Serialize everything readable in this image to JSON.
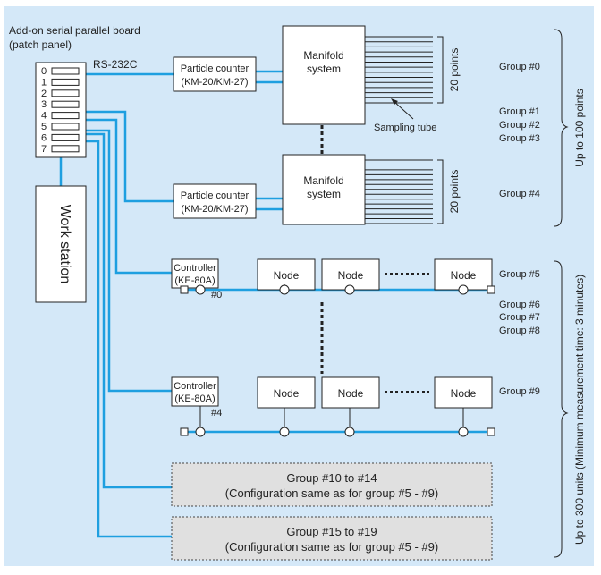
{
  "colors": {
    "background": "#d4e8f8",
    "line": "#1e9fe0",
    "box_fill": "#ffffff",
    "stroke": "#222222",
    "group_box_fill": "#e0e0e0"
  },
  "board": {
    "title_line1": "Add-on serial parallel board",
    "title_line2": "(patch panel)",
    "ports": [
      "0",
      "1",
      "2",
      "3",
      "4",
      "5",
      "6",
      "7"
    ]
  },
  "rs232c": "RS-232C",
  "workstation": "Work station",
  "particle_counters": [
    {
      "line1": "Particle counter",
      "line2": "(KM-20/KM-27)"
    },
    {
      "line1": "Particle counter",
      "line2": "(KM-20/KM-27)"
    }
  ],
  "manifolds": [
    {
      "line1": "Manifold",
      "line2": "system"
    },
    {
      "line1": "Manifold",
      "line2": "system"
    }
  ],
  "points_labels": [
    "20 points",
    "20 points"
  ],
  "sampling_tube": "Sampling tube",
  "groups": {
    "g0": "Group #0",
    "g1": "Group #1",
    "g2": "Group #2",
    "g3": "Group #3",
    "g4": "Group #4",
    "g5": "Group #5",
    "g6": "Group #6",
    "g7": "Group #7",
    "g8": "Group #8",
    "g9": "Group #9"
  },
  "up_to_100": "Up to 100 points",
  "up_to_300": "Up to 300 units (Minimum measurement time: 3 minutes)",
  "controllers": [
    {
      "line1": "Controller",
      "line2": "(KE-80A)",
      "id": "#0"
    },
    {
      "line1": "Controller",
      "line2": "(KE-80A)",
      "id": "#4"
    }
  ],
  "node_label": "Node",
  "group_boxes": [
    {
      "line1": "Group #10 to #14",
      "line2": "(Configuration same as for group #5 - #9)"
    },
    {
      "line1": "Group #15 to #19",
      "line2": "(Configuration same as for group #5 - #9)"
    }
  ]
}
